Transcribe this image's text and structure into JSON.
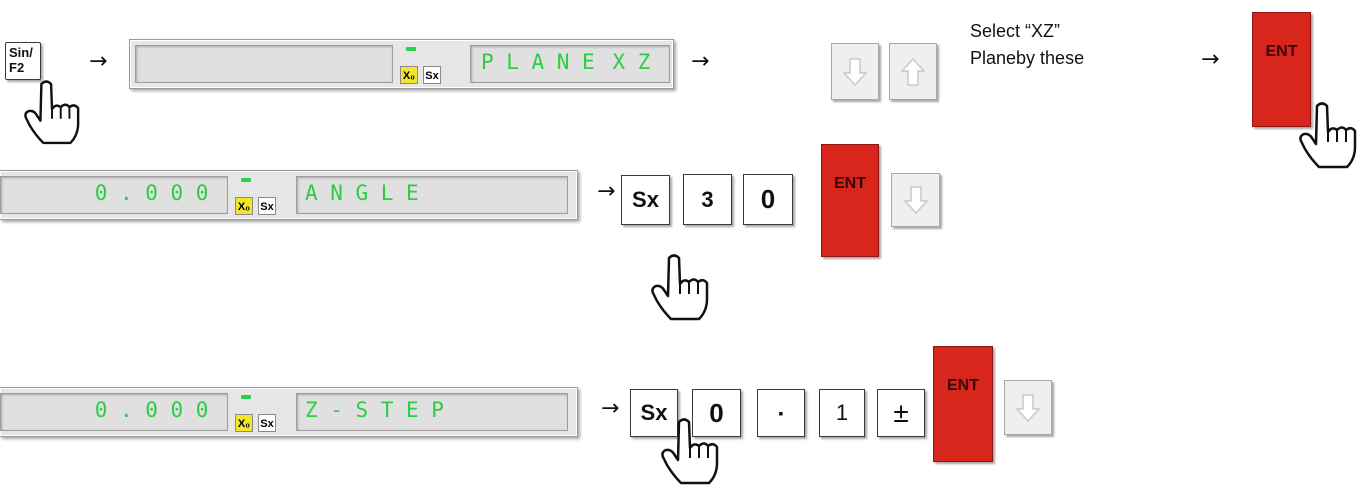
{
  "row1": {
    "sin_key": {
      "line1": "Sin/",
      "line2": "F2"
    },
    "display": {
      "indicator_x0": "X₀",
      "indicator_sx": "Sx",
      "text_main": "PLANE",
      "text_right": "XZ"
    },
    "note": {
      "line1": "Select  “XZ”",
      "line2": "Planeby these"
    },
    "ent_key": "ENT"
  },
  "row2": {
    "display": {
      "value": "0.000",
      "indicator_x0": "X₀",
      "indicator_sx": "Sx",
      "text_main": "ANGLE"
    },
    "keys": {
      "sx": "Sx",
      "k3": "3",
      "k0": "0",
      "ent": "ENT"
    }
  },
  "row3": {
    "display": {
      "value": "0.000",
      "indicator_x0": "X₀",
      "indicator_sx": "Sx",
      "text_main": "Z-STEP"
    },
    "keys": {
      "sx": "Sx",
      "k0": "0",
      "dot": "▪",
      "k1": "1",
      "pm": "±",
      "ent": "ENT"
    }
  },
  "arrow_glyph": "→",
  "colors": {
    "lcd_text": "#2ccd43",
    "ent_key": "#d9261c",
    "indicator_yellow": "#f2e52a"
  }
}
